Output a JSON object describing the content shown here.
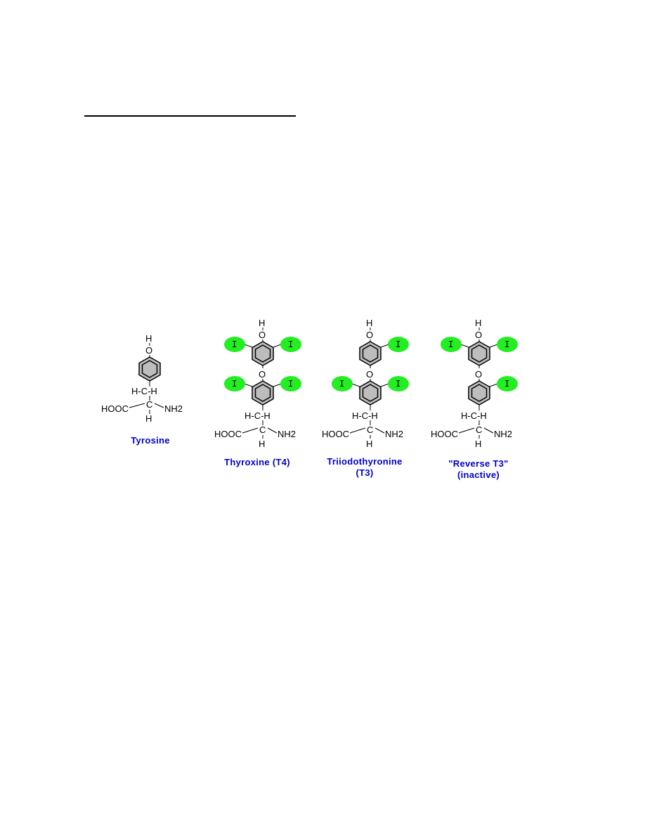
{
  "figure": {
    "molecules": [
      {
        "name": "Tyrosine",
        "caption_lines": [
          "Tyrosine"
        ]
      },
      {
        "name": "Thyroxine (T4)",
        "caption_lines": [
          "Thyroxine (T4)"
        ]
      },
      {
        "name": "Triiodothyronine (T3)",
        "caption_lines": [
          "Triiodothyronine",
          "(T3)"
        ]
      },
      {
        "name": "\"Reverse T3\" (inactive)",
        "caption_lines": [
          "\"Reverse T3\"",
          "(inactive)"
        ]
      }
    ],
    "atom_labels": {
      "hydrogen": "H",
      "oxygen": "O",
      "iodine": "I",
      "carboxyl": "HOOC",
      "amine": "NH2",
      "carbon": "C",
      "methylene": "H-C-H"
    },
    "colors": {
      "iodine_fill": "#22ee22",
      "ring_fill": "#bdbdbd",
      "caption": "#0000cc"
    }
  }
}
